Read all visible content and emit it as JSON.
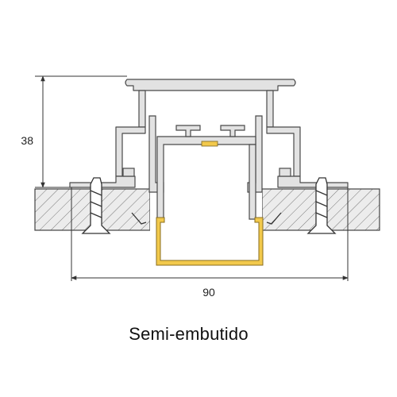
{
  "dimensions": {
    "height_label": "38",
    "width_label": "90"
  },
  "caption": "Semi-embutido",
  "colors": {
    "profile_fill": "#e2e2e2",
    "profile_stroke": "#4a4a4a",
    "led_channel": "#f2c94c",
    "wood_fill": "#e8e8e8",
    "dimension_line": "#333333"
  }
}
